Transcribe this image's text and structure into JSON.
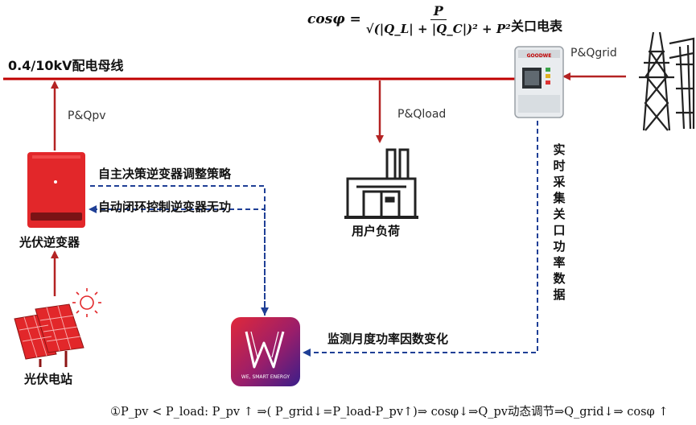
{
  "formula": {
    "lhs": "cosφ =",
    "numerator": "P",
    "denominator": "√(|Q_L| + |Q_C|)² + P²"
  },
  "labels": {
    "meter": "关口电表",
    "bus": "0.4/10kV配电母线",
    "pq_grid": "P&Qgrid",
    "pq_pv": "P&Qpv",
    "pq_load": "P&Qload",
    "strategy1": "自主决策逆变器调整策略",
    "strategy2": "自动闭环控制逆变器无功",
    "inverter": "光伏逆变器",
    "user_load": "用户负荷",
    "pv_station": "光伏电站",
    "monitor": "监测月度功率因数变化",
    "realtime_vertical": [
      "实",
      "时",
      "采",
      "集",
      "关",
      "口",
      "功",
      "率",
      "数",
      "据"
    ],
    "meter_brand": "GOODWE",
    "platform_caption": "WE, SMART ENERGY"
  },
  "bottom_formula": "①P_pv < P_load:  P_pv ↑ ⇒( P_grid↓=P_load-P_pv↑)⇒ cosφ↓⇒Q_pv动态调节⇒Q_grid↓⇒ cosφ ↑",
  "colors": {
    "bus_red": "#c00000",
    "arrow_red": "#b42323",
    "dashed_blue": "#1f3f96",
    "inverter_red": "#e2272a"
  }
}
